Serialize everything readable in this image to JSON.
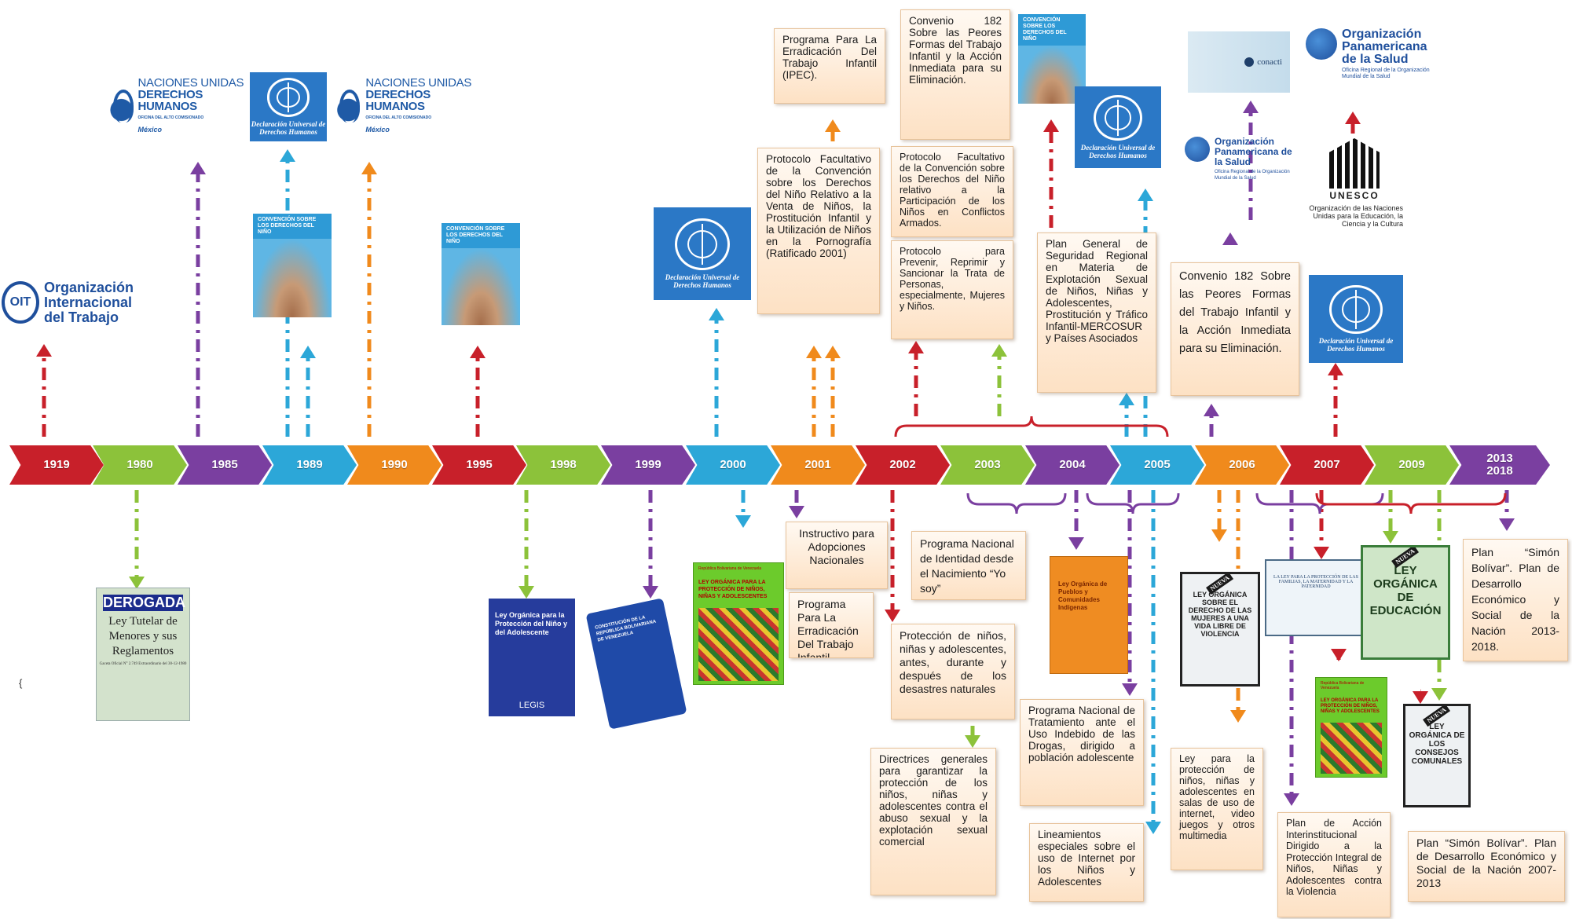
{
  "timeline": [
    {
      "label": "1919",
      "color": "#c8202a"
    },
    {
      "label": "1980",
      "color": "#8cc23a"
    },
    {
      "label": "1985",
      "color": "#7a3fa0"
    },
    {
      "label": "1989",
      "color": "#2ca7d8"
    },
    {
      "label": "1990",
      "color": "#f08a1c"
    },
    {
      "label": "1995",
      "color": "#c8202a"
    },
    {
      "label": "1998",
      "color": "#8cc23a"
    },
    {
      "label": "1999",
      "color": "#7a3fa0"
    },
    {
      "label": "2000",
      "color": "#2ca7d8"
    },
    {
      "label": "2001",
      "color": "#f08a1c"
    },
    {
      "label": "2002",
      "color": "#c8202a"
    },
    {
      "label": "2003",
      "color": "#8cc23a"
    },
    {
      "label": "2004",
      "color": "#7a3fa0"
    },
    {
      "label": "2005",
      "color": "#2ca7d8"
    },
    {
      "label": "2006",
      "color": "#f08a1c"
    },
    {
      "label": "2007",
      "color": "#c8202a"
    },
    {
      "label": "2009",
      "color": "#8cc23a"
    },
    {
      "label": "2013\n2018",
      "color": "#7a3fa0"
    }
  ],
  "boxes": {
    "ipec": "Programa Para La Erradicación Del Trabajo Infantil (IPEC).",
    "convenio182_top": "Convenio 182 Sobre las Peores Formas del Trabajo Infantil y la Acción Inmediata para su Eliminación.",
    "protocolo_venta": "Protocolo Facultativo de la Convención sobre los Derechos del Niño Relativo a la Venta de Niños, la Prostitución Infantil y la Utilización de Niños en la Pornografía (Ratificado 2001)",
    "protocolo_conflictos": "Protocolo Facultativo de la Convención sobre los Derechos del Niño relativo a la Participación de los Niños en Conflictos Armados.",
    "protocolo_trata": "Protocolo para Prevenir, Reprimir y Sancionar la Trata de Personas, especialmente, Mujeres y Niños.",
    "plan_mercosur": "Plan General de Seguridad Regional en Materia de Explotación Sexual de Niños, Niñas y Adolescentes, Prostitución y Tráfico Infantil-MERCOSUR y Países Asociados",
    "convenio182_right": "Convenio 182 Sobre las Peores Formas del Trabajo Infantil y la Acción Inmediata para su Eliminación.",
    "instructivo": "Instructivo para Adopciones Nacionales",
    "programa_erradicacion": "Programa Para La Erradicación Del Trabajo Infantil",
    "identidad": "Programa Nacional de Identidad desde el Nacimiento “Yo soy”",
    "proteccion_desastres": "Protección de niños, niñas y adolescentes, antes, durante y después de los desastres naturales",
    "directrices": "Directrices generales para garantizar la protección de los niños, niñas y adolescentes contra el abuso sexual y la explotación sexual comercial",
    "drogas": "Programa Nacional de Tratamiento ante el Uso Indebido de las Drogas, dirigido a población adolescente",
    "internet": "Lineamientos especiales sobre el uso de Internet por los Niños y Adolescentes",
    "ley_salas": "Ley para la protección de niños, niñas y adolescentes en salas de uso de internet, video juegos y otros multimedia",
    "plan_accion": "Plan de Acción Interinstitucional Dirigido a la Protección Integral de Niños, Niñas y Adolescentes contra la Violencia",
    "plan_2013": "Plan “Simón Bolívar”. Plan de Desarrollo Económico y Social de la Nación 2013-2018.",
    "plan_2007": "Plan “Simón Bolívar”. Plan de Desarrollo Económico y Social de la Nación 2007-2013"
  },
  "logos": {
    "oit": "Organización Internacional del Trabajo",
    "oit_mark": "OIT",
    "nudh_line1": "NACIONES UNIDAS",
    "nudh_line2": "DERECHOS HUMANOS",
    "nudh_line3": "OFICINA DEL ALTO COMISIONADO",
    "nudh_line4": "México",
    "un_caption": "Declaración Universal de Derechos Humanos",
    "unicef_title": "CONVENCIÓN SOBRE LOS DERECHOS DEL NIÑO",
    "ops_name": "Organización Panamericana de la Salud",
    "ops_sub": "Oficina Regional de la Organización Mundial de la Salud",
    "unesco_name": "UNESCO",
    "unesco_sub": "Organización de las Naciones Unidas para la Educación, la Ciencia y la Cultura",
    "conacti": "conacti"
  },
  "books": {
    "derogada_head": "DEROGADA",
    "derogada_body": "Ley Tutelar de Menores y sus Reglamentos",
    "derogada_small": "Gaceta Oficial N° 2.749 Extraordinario del 30-12-1980",
    "lopna_blue_title": "Ley Orgánica para la Protección del Niño y del Adolescente",
    "lopna_blue_publisher": "LEGIS",
    "constitucion_title": "CONSTITUCIÓN DE LA REPÚBLICA BOLIVARIANA DE VENEZUELA",
    "lopnna_green_title": "LEY ORGÁNICA PARA LA PROTECCIÓN DE NIÑOS, NIÑAS Y ADOLESCENTES",
    "lopnna_green_head": "República Bolivariana de Venezuela",
    "pueblos_title": "Ley Orgánica de Pueblos y Comunidades Indígenas",
    "mujeres_nueva": "NUEVA",
    "mujeres_title": "LEY ORGÁNICA SOBRE EL DERECHO DE LAS MUJERES A UNA VIDA LIBRE DE VIOLENCIA",
    "maternidad_title": "LA LEY PARA LA PROTECCIÓN DE LAS FAMILIAS, LA MATERNIDAD Y LA PATERNIDAD",
    "educacion_nueva": "NUEVA",
    "educacion_title": "LEY ORGÁNICA DE EDUCACIÓN",
    "consejos_nueva": "NUEVA",
    "consejos_title": "LEY ORGÁNICA DE LOS CONSEJOS COMUNALES",
    "lopnna2_title": "LEY ORGÁNICA PARA LA PROTECCIÓN DE NIÑOS, NIÑAS Y ADOLESCENTES"
  },
  "margin_mark": "{"
}
